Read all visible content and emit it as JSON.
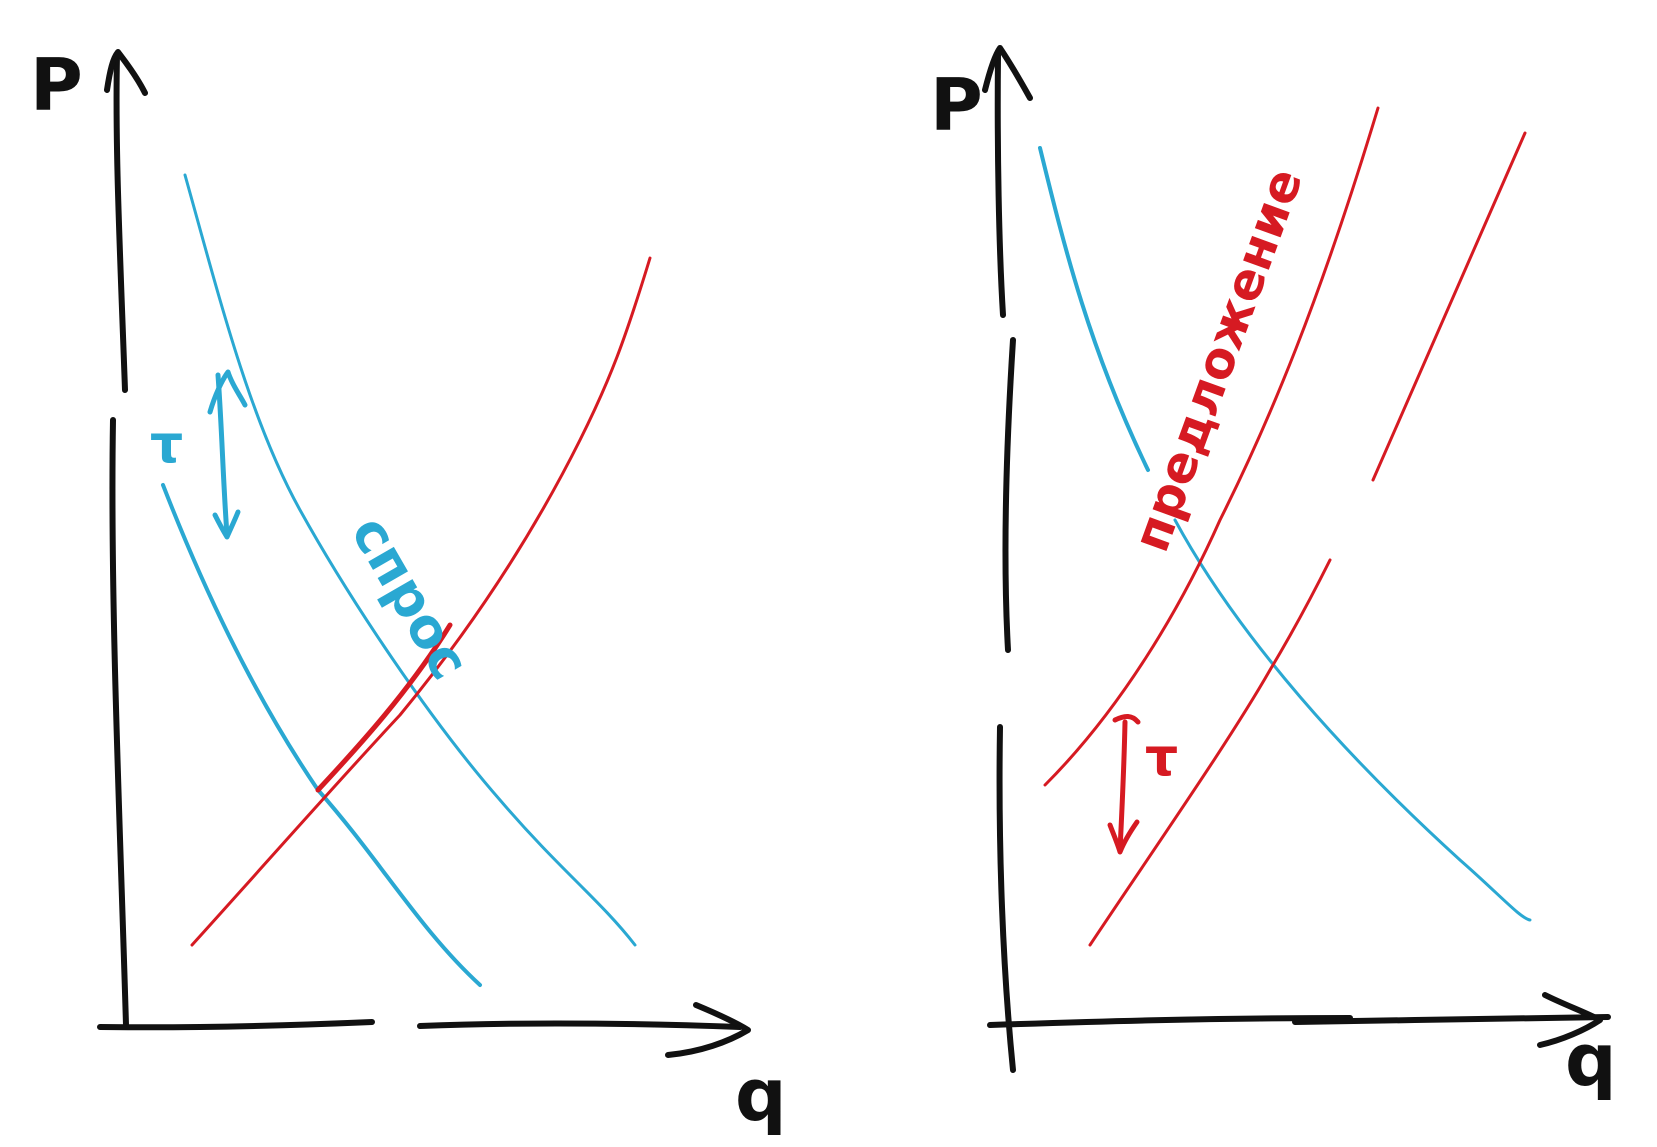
{
  "colors": {
    "axis": "#111111",
    "demand": "#2aa8d2",
    "supply": "#d61a22"
  },
  "panels": [
    {
      "y_axis_label": "P",
      "x_axis_label": "q",
      "tax_label": "τ",
      "curve_label": "спрос"
    },
    {
      "y_axis_label": "P",
      "x_axis_label": "q",
      "tax_label": "τ",
      "curve_label": "предложение"
    }
  ]
}
